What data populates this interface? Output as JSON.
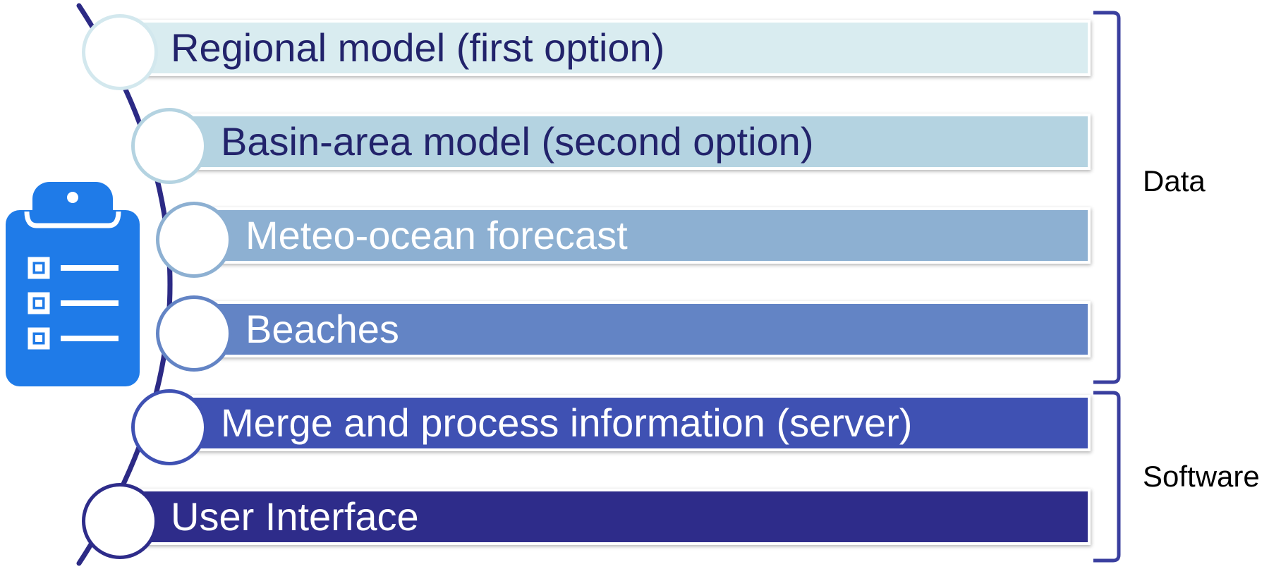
{
  "colors": {
    "connector_arc": "#2c2a85",
    "bracket": "#3a3f9f",
    "clipboard_icon": "#1f7be8"
  },
  "steps": [
    {
      "label": "Regional model (first option)",
      "fill": "#d9ecf0",
      "text_color": "#22236b",
      "ring": "#d3e8ee"
    },
    {
      "label": "Basin-area model (second option)",
      "fill": "#b4d3e1",
      "text_color": "#22236b",
      "ring": "#b4d3e1"
    },
    {
      "label": "Meteo-ocean forecast",
      "fill": "#8db0d2",
      "text_color": "#ffffff",
      "ring": "#8db0d2"
    },
    {
      "label": "Beaches",
      "fill": "#6384c5",
      "text_color": "#ffffff",
      "ring": "#6384c5"
    },
    {
      "label": "Merge and process information (server)",
      "fill": "#3f51b3",
      "text_color": "#ffffff",
      "ring": "#3f51b3"
    },
    {
      "label": "User Interface",
      "fill": "#2e2c8a",
      "text_color": "#ffffff",
      "ring": "#2e2c8a"
    }
  ],
  "groups": [
    {
      "label": "Data"
    },
    {
      "label": "Software"
    }
  ],
  "icon": {
    "name": "clipboard-checklist-icon"
  }
}
